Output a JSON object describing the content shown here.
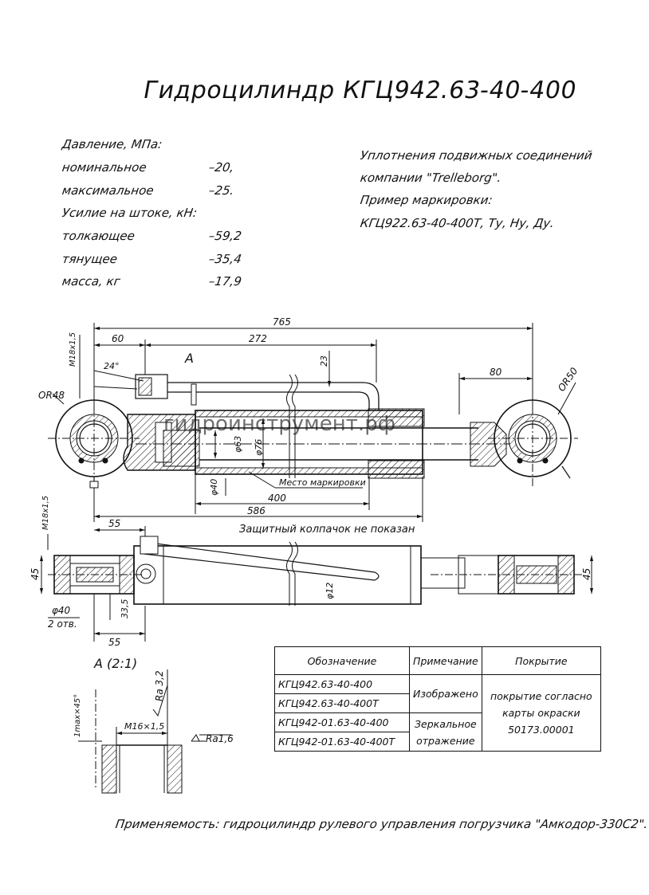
{
  "title": "Гидроцилиндр КГЦ942.63-40-400",
  "specs": {
    "pressure_header": "Давление, МПа:",
    "nominal_label": "номинальное",
    "nominal_value": "–20,",
    "max_label": "максимальное",
    "max_value": "–25.",
    "force_header": "Усилие на штоке, кН:",
    "push_label": "толкающее",
    "push_value": "–59,2",
    "pull_label": "тянущее",
    "pull_value": "–35,4",
    "mass_label": "масса, кг",
    "mass_value": "–17,9"
  },
  "notes": {
    "line1": "Уплотнения подвижных соединений",
    "line2": "компании \"Trelleborg\".",
    "line3": "Пример маркировки:",
    "line4": "КГЦ922.63-40-400Т, Ту, Ну, Ду."
  },
  "drawing": {
    "dim_765": "765",
    "dim_60": "60",
    "dim_272": "272",
    "dim_80": "80",
    "dim_23": "23",
    "dim_m18_top": "М18х1,5",
    "dim_24deg": "24°",
    "label_A": "А",
    "dim_or48": "OR48",
    "dim_or50": "OR50",
    "dim_d63": "φ63",
    "dim_d76": "φ76",
    "dim_d40": "φ40",
    "dim_400": "400",
    "dim_586": "586",
    "marking_place": "Место маркировки",
    "dim_m18_bottom": "М18х1,5",
    "dim_55_top": "55",
    "cap_note": "Защитный колпачок не показан",
    "dim_45_left": "45",
    "dim_45_right": "45",
    "dim_d12": "φ12",
    "dim_d40_holes": "φ40",
    "holes_note": "2 отв.",
    "dim_33_5": "33,5",
    "dim_55_bottom": "55",
    "watermark": "гидроинструмент.рф"
  },
  "section_A": {
    "title": "А (2:1)",
    "ra32": "Ra 3,2",
    "chamfer": "1max×45°",
    "thread": "М16×1,5",
    "ra16": "Ra1,6"
  },
  "table": {
    "headers": [
      "Обозначение",
      "Примечание",
      "Покрытие"
    ],
    "rows": [
      "КГЦ942.63-40-400",
      "КГЦ942.63-40-400Т",
      "КГЦ942-01.63-40-400",
      "КГЦ942-01.63-40-400Т"
    ],
    "note_shown": "Изображено",
    "note_mirror_1": "Зеркальное",
    "note_mirror_2": "отражение",
    "coating_1": "покрытие согласно",
    "coating_2": "карты окраски",
    "coating_3": "50173.00001"
  },
  "applicability": "Применяемость:  гидроцилиндр рулевого управления погрузчика \"Амкодор-330С2\"."
}
